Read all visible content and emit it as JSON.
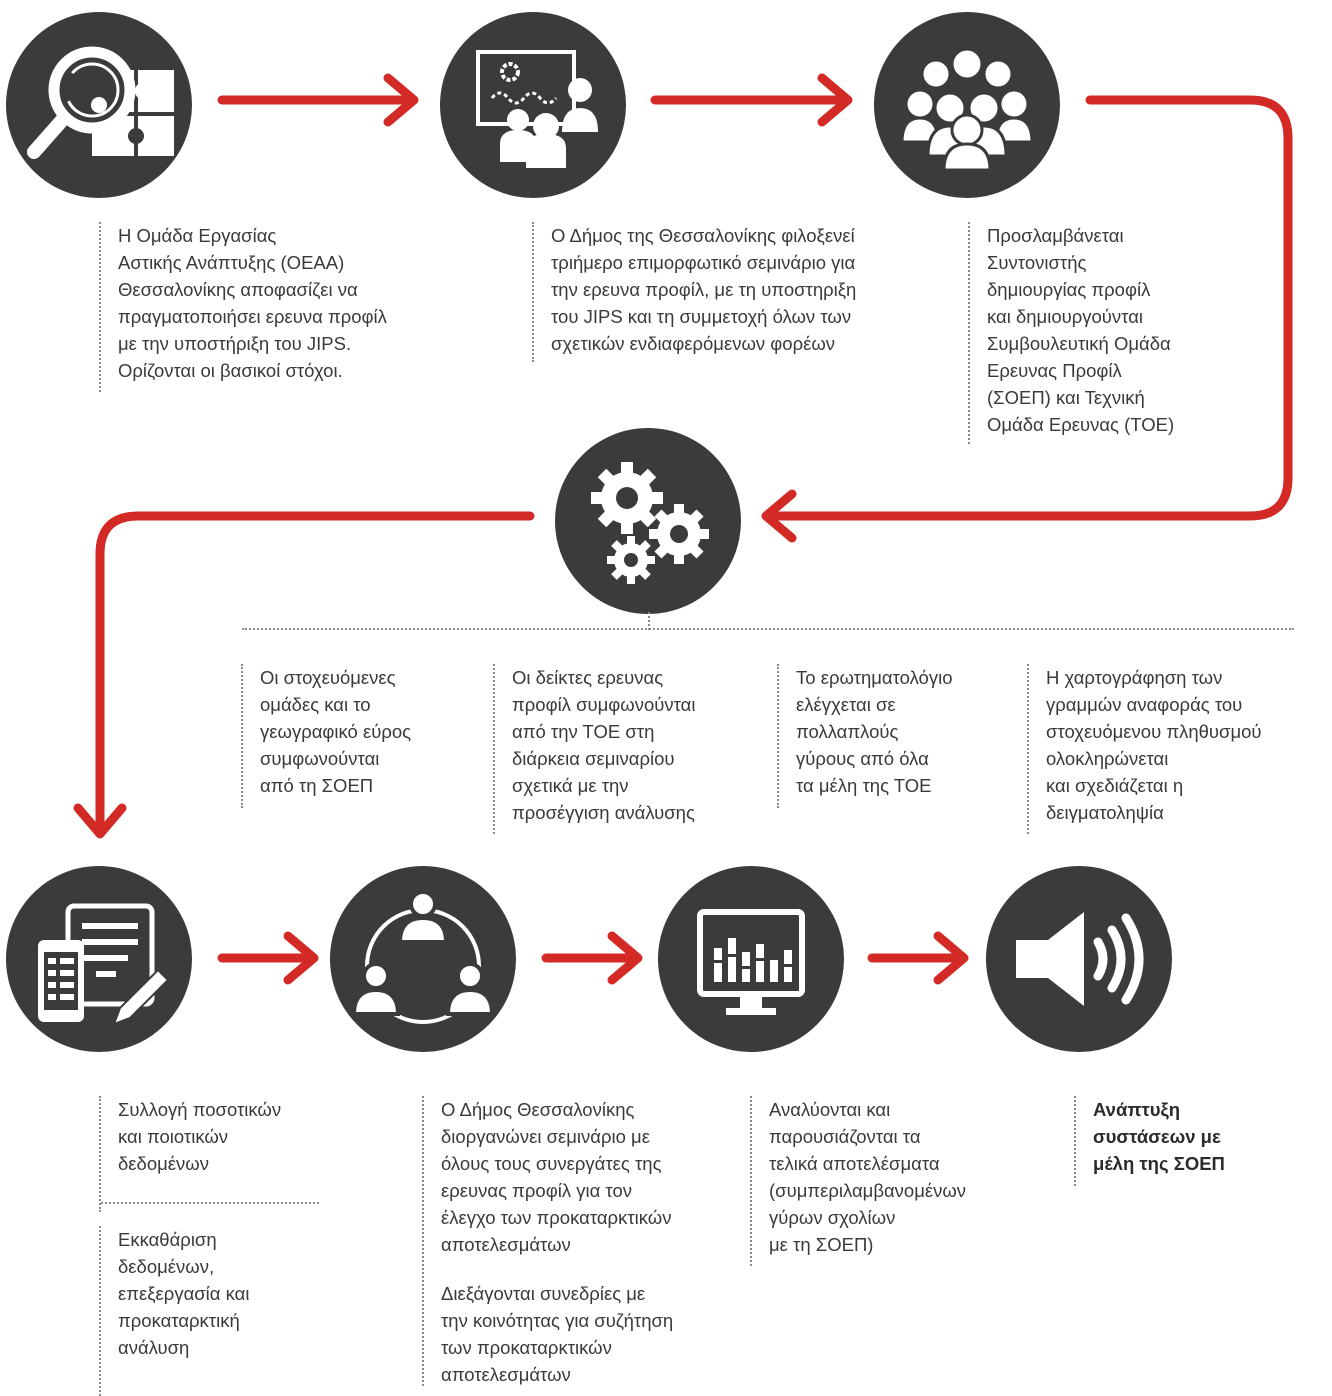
{
  "colors": {
    "arrow": "#d42a25",
    "circle": "#3b3b3b",
    "icon": "#ffffff",
    "text": "#3a3a3a",
    "dots": "#8a8a8a"
  },
  "steps": [
    {
      "icon": "magnifier-puzzle-icon",
      "text": "Η Ομάδα Εργασίας\nΑστικής Ανάπτυξης (ΟΕΑΑ)\nΘεσσαλονίκης αποφασίζει να\nπραγματοποιήσει ερευνα προφίλ\nμε την υποστήριξη του JIPS.\nΟρίζονται οι βασικοί στόχοι."
    },
    {
      "icon": "seminar-presentation-icon",
      "text": "Ο Δήμος της Θεσσαλονίκης φιλοξενεί\nτριήμερο επιμορφωτικό σεμινάριο για\nτην ερευνα προφίλ, με τη υποστηριξη\nτου JIPS και τη συμμετοχή όλων των\nσχετικών ενδιαφερόμενων φορέων"
    },
    {
      "icon": "people-group-icon",
      "text": "Προσλαμβάνεται\nΣυντονιστής\nδημιουργίας προφίλ\nκαι δημιουργούνται\nΣυμβουλευτική Ομάδα\nΕρευνας Προφίλ\n(ΣΟΕΠ) και Τεχνική\nΟμάδα Ερευνας (ΤΟΕ)"
    },
    {
      "icon": "gears-icon",
      "items": [
        "Οι στοχευόμενες\nομάδες και το\nγεωγραφικό εύρος\nσυμφωνούνται\nαπό τη ΣΟΕΠ",
        "Οι δείκτες ερευνας\nπροφίλ συμφωνούνται\nαπό την ΤΟΕ στη\nδιάρκεια σεμιναρίου\nσχετικά με την\nπροσέγγιση ανάλυσης",
        "Το ερωτηματολόγιο\nελέγχεται σε\nπολλαπλούς\nγύρους από όλα\nτα μέλη της ΤΟΕ",
        "Η χαρτογράφηση των\nγραμμών αναφοράς του\nστοχευόμενου πληθυσμού\nολοκληρώνεται\nκαι σχεδιάζεται η\nδειγματοληψία"
      ]
    },
    {
      "icon": "data-collection-icon",
      "text": "Συλλογή ποσοτικών\nκαι ποιοτικών\nδεδομένων",
      "text2": "Εκκαθάριση\nδεδομένων,\nεπεξεργασία και\nπροκαταρκτική\nανάλυση"
    },
    {
      "icon": "network-people-icon",
      "text": "Ο Δήμος Θεσσαλονίκης\nδιοργανώνει σεμινάριο με\nόλους τους συνεργάτες της\nερευνας προφίλ για τον\nέλεγχο των προκαταρκτικών\nαποτελεσμάτων",
      "text2": "Διεξάγονται συνεδρίες με\nτην κοινότητας για συζήτηση\nτων προκαταρκτικών\nαποτελεσμάτων"
    },
    {
      "icon": "monitor-chart-icon",
      "text": "Αναλύονται και\nπαρουσιάζονται τα\nτελικά αποτελέσματα\n(συμπεριλαμβανομένων\nγύρων σχολίων\nμε τη ΣΟΕΠ)"
    },
    {
      "icon": "speaker-icon",
      "text": "Ανάπτυξη\nσυστάσεων με\nμέλη της ΣΟΕΠ"
    }
  ]
}
